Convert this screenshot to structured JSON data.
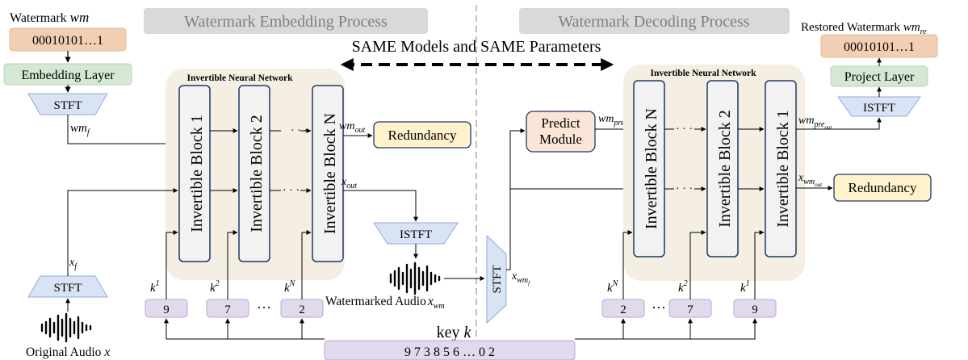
{
  "headers": {
    "embedding_process": "Watermark Embedding Process",
    "decoding_process": "Watermark Decoding Process",
    "shared_note": "SAME Models and SAME Parameters"
  },
  "embedding": {
    "watermark_label_text": "Watermark",
    "watermark_label_var": "wm",
    "watermark_bits": "00010101…1",
    "embedding_layer": "Embedding Layer",
    "stft_top": "STFT",
    "wm_f_main": "wm",
    "wm_f_sub": "f",
    "inn_title": "Invertible Neural Network",
    "blocks": [
      "Invertible Block 1",
      "Invertible Block 2",
      "Invertible Block N"
    ],
    "dots": "· · ·",
    "wm_out_main": "wm",
    "wm_out_sub": "out",
    "x_out_main": "x",
    "x_out_sub": "out",
    "redundancy": "Redundancy",
    "istft": "ISTFT",
    "watermarked_audio_label": "Watermarked Audio",
    "watermarked_audio_var_main": "x",
    "watermarked_audio_var_sub": "wm",
    "x_f_main": "x",
    "x_f_sub": "f",
    "stft_bottom": "STFT",
    "original_audio_label": "Original Audio",
    "original_audio_var": "x",
    "keys": [
      {
        "label_main": "k",
        "label_sup": "1",
        "value": "9"
      },
      {
        "label_main": "k",
        "label_sup": "2",
        "value": "7"
      },
      {
        "label_main": "k",
        "label_sup": "N",
        "value": "2"
      }
    ],
    "key_dots": "···"
  },
  "key": {
    "label_text": "key",
    "label_var": "k",
    "sequence": "9 7 3 8 5 6 … 0 2"
  },
  "decoding": {
    "stft": "STFT",
    "x_wmf_main": "x",
    "x_wmf_sub": "wm",
    "x_wmf_subsub": "f",
    "predict_module": "Predict Module",
    "wm_pre_main": "wm",
    "wm_pre_sub": "pre",
    "inn_title": "Invertible Neural Network",
    "blocks": [
      "Invertible Block N",
      "Invertible Block 2",
      "Invertible Block 1"
    ],
    "dots": "· · ·",
    "wm_pre_out_main": "wm",
    "wm_pre_out_sub": "pre",
    "wm_pre_out_subsub": "out",
    "x_wm_out_main": "x",
    "x_wm_out_sub": "wm",
    "x_wm_out_subsub": "out",
    "redundancy": "Redundancy",
    "istft": "ISTFT",
    "project_layer": "Project Layer",
    "restored_label_text": "Restored Watermark",
    "restored_label_main": "wm",
    "restored_label_sub": "re",
    "restored_bits": "00010101…1",
    "keys": [
      {
        "label_main": "k",
        "label_sup": "N",
        "value": "2"
      },
      {
        "label_main": "k",
        "label_sup": "2",
        "value": "7"
      },
      {
        "label_main": "k",
        "label_sup": "1",
        "value": "9"
      }
    ],
    "key_dots": "···"
  },
  "colors": {
    "header_bg": "#d9d9d9",
    "header_text": "#7f7f7f",
    "inn_bg": "#f4efe2",
    "watermark_box": "#f2cfb3",
    "embedding_layer": "#d5e8d4",
    "stft_fill": "#dae3f3",
    "stft_stroke": "#8faadc",
    "block_fill": "#f2f2f2",
    "block_stroke": "#1f3864",
    "redundancy_fill": "#fff2cc",
    "redundancy_stroke": "#1f3864",
    "predict_fill": "#fbe5d6",
    "key_fill": "#e2d9ee",
    "key_stroke": "#b4a7d6"
  }
}
